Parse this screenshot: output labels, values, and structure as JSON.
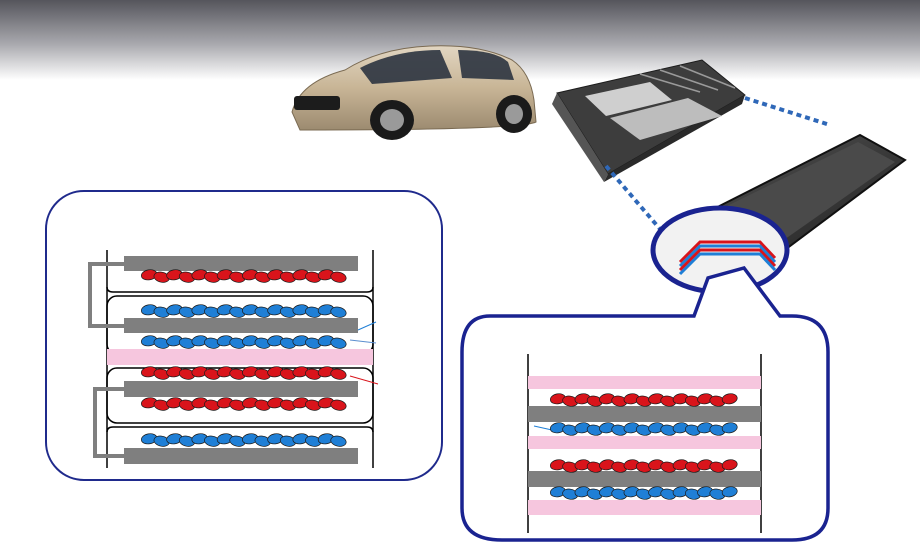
{
  "colors": {
    "header_top": "#5f5f66",
    "header_bottom": "#ffffff",
    "panel_border": "#1f2a8c",
    "zoom_ring": "#1a2390",
    "connector_dots": "#2f68b8",
    "current_collector": "#808080",
    "positive_particles": "#d9141b",
    "negative_particles": "#1f7fd6",
    "separator": "#f6c6de",
    "car_body": "#c9b79a",
    "pack_frame": "#2b2b2b",
    "module_tray": "#3a3a3a"
  },
  "icons": {
    "car": "vehicle-photo",
    "battery_pack": "battery-pack-photo",
    "module": "cell-module-photo"
  }
}
